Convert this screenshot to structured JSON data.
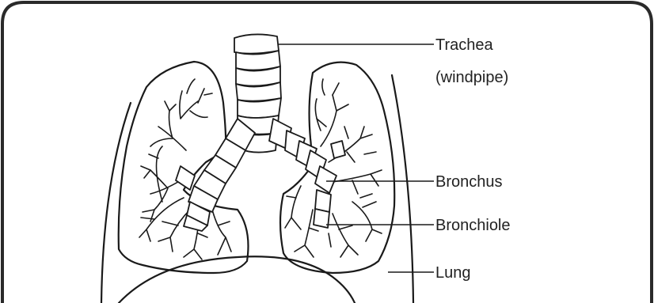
{
  "labels": {
    "trachea_line1": "Trachea",
    "trachea_line2": "(windpipe)",
    "bronchus": "Bronchus",
    "bronchiole": "Bronchiole",
    "lung": "Lung"
  },
  "colors": {
    "stroke": "#1a1a1a",
    "frame": "#2a2a2a",
    "background": "#ffffff"
  }
}
